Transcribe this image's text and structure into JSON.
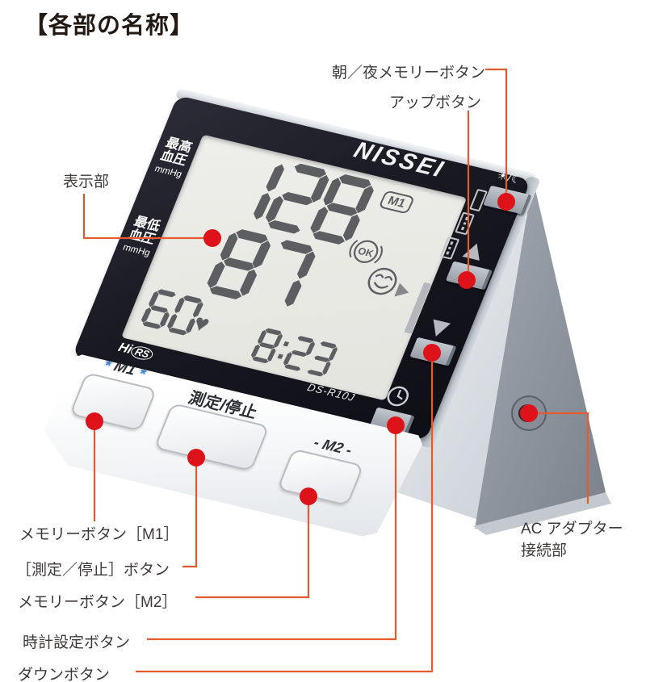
{
  "title": "【各部の名称】",
  "colors": {
    "callout": "#e45a31",
    "dot": "#de1219",
    "digit": "#5c5e62",
    "frame": "#15151d",
    "lcd": "#e9e9e5",
    "body": "#f7f9fa",
    "stand": "#8a919b",
    "blue": "#3f82d4"
  },
  "device": {
    "brand": "NISSEI",
    "model": "DS-R10J",
    "logo_hi": "Hi",
    "logo_rs": "RS",
    "display": {
      "systolic": "128",
      "diastolic": "87",
      "pulse": "60",
      "time": "8:23",
      "memory_badge": "M1",
      "ok_text": "OK",
      "sys_line1": "最高",
      "sys_line2": "血圧",
      "dia_line1": "最低",
      "dia_line2": "血圧",
      "unit": "mmHg"
    },
    "panel": {
      "m1_label": "M1",
      "measure_label": "測定/停止",
      "m2_label": "- M2 -",
      "sparkle": "*"
    }
  },
  "icons": {
    "sun_moon": "☀/☾",
    "heart": "♥"
  },
  "callouts": {
    "display": {
      "label": "表示部"
    },
    "morning_night_memory": {
      "label": "朝／夜メモリーボタン"
    },
    "up": {
      "label": "アップボタン"
    },
    "memory_m1": {
      "label": "メモリーボタン［M1］"
    },
    "measure_stop": {
      "label": "［測定／停止］ボタン"
    },
    "memory_m2": {
      "label": "メモリーボタン［M2］"
    },
    "clock_set": {
      "label": "時計設定ボタン"
    },
    "down": {
      "label": "ダウンボタン"
    },
    "ac_adapter": {
      "label_line1": "AC アダプター",
      "label_line2": "接続部"
    }
  }
}
